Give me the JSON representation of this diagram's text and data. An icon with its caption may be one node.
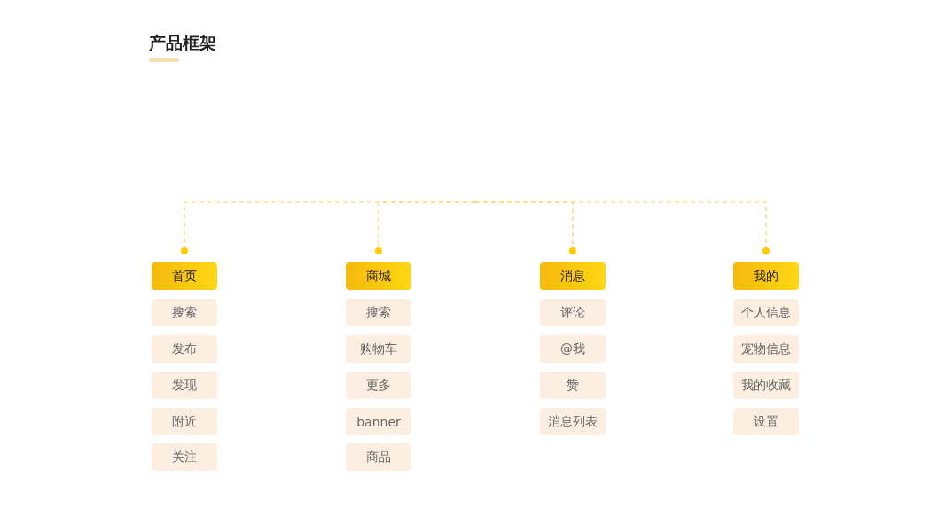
{
  "diagram": {
    "title": "产品框架",
    "nodes": [
      {
        "text": [
          "首页"
        ]
      },
      {
        "text": [
          "搜索"
        ]
      },
      {
        "text": [
          "发布"
        ]
      },
      {
        "text": [
          "发现"
        ]
      },
      {
        "text": [
          "附近"
        ]
      },
      {
        "text": [
          "关注"
        ]
      },
      {
        "text": [
          "商城"
        ]
      },
      {
        "text": [
          "搜索"
        ]
      },
      {
        "text": [
          "购物车"
        ]
      },
      {
        "text": [
          "更多"
        ]
      },
      {
        "text": [
          "banner"
        ]
      },
      {
        "text": [
          "商品"
        ]
      },
      {
        "text": [
          "消息"
        ]
      },
      {
        "text": [
          "评论"
        ]
      },
      {
        "text": [
          "@我"
        ]
      },
      {
        "text": [
          "赞"
        ]
      },
      {
        "text": [
          "消息列表"
        ]
      },
      {
        "text": [
          "我的"
        ]
      },
      {
        "text": [
          "个人信息"
        ]
      },
      {
        "text": [
          "宠物信息"
        ]
      },
      {
        "text": [
          "我的收藏"
        ]
      },
      {
        "text": [
          "设置"
        ]
      }
    ],
    "edges": [
      {
        "from": null,
        "to": 0,
        "arrow": "other",
        "style": "dashed"
      },
      {
        "from": null,
        "to": 6,
        "arrow": "other",
        "style": "dashed"
      },
      {
        "from": null,
        "to": 12,
        "arrow": "other",
        "style": "dashed"
      },
      {
        "from": null,
        "to": 17,
        "arrow": "other",
        "style": "dashed"
      }
    ]
  }
}
